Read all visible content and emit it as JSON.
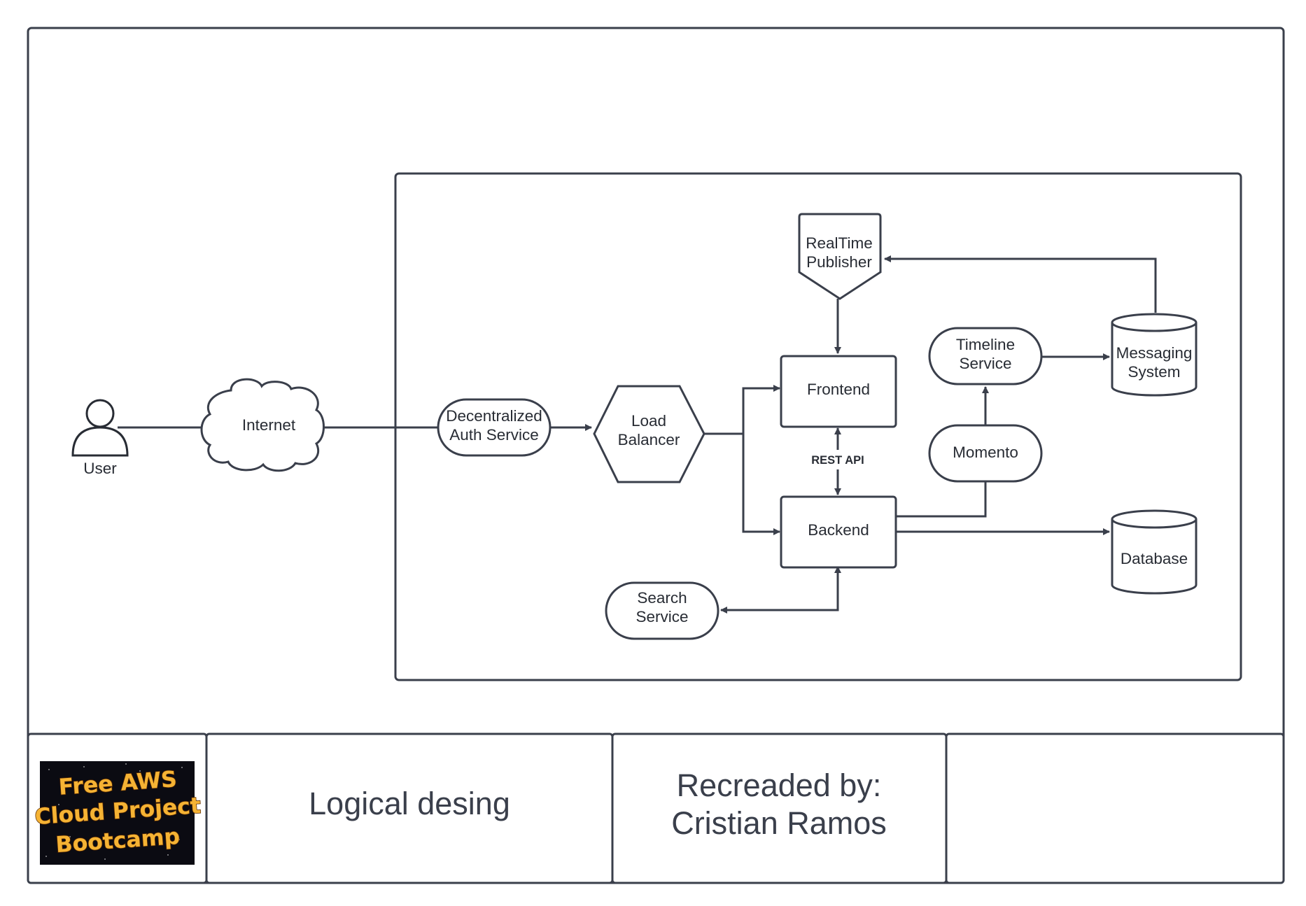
{
  "diagram": {
    "nodes": {
      "user": "User",
      "internet": "Internet",
      "auth": [
        "Decentralized",
        "Auth Service"
      ],
      "load_balancer": [
        "Load",
        "Balancer"
      ],
      "realtime_publisher": [
        "RealTime",
        "Publisher"
      ],
      "frontend": "Frontend",
      "backend": "Backend",
      "timeline_service": [
        "Timeline",
        "Service"
      ],
      "messaging_system": [
        "Messaging",
        "System"
      ],
      "momento": "Momento",
      "database": "Database",
      "search_service": [
        "Search",
        "Service"
      ]
    },
    "edge_labels": {
      "rest_api": "REST API"
    }
  },
  "title_block": {
    "logo_text": [
      "Free AWS",
      "Cloud Project",
      "Bootcamp"
    ],
    "title": "Logical desing",
    "credit": [
      "Recreaded by:",
      "Cristian Ramos"
    ]
  },
  "colors": {
    "stroke": "#3a3f4b",
    "logo_background": "#0b0b12",
    "logo_text": "#f5b334"
  }
}
